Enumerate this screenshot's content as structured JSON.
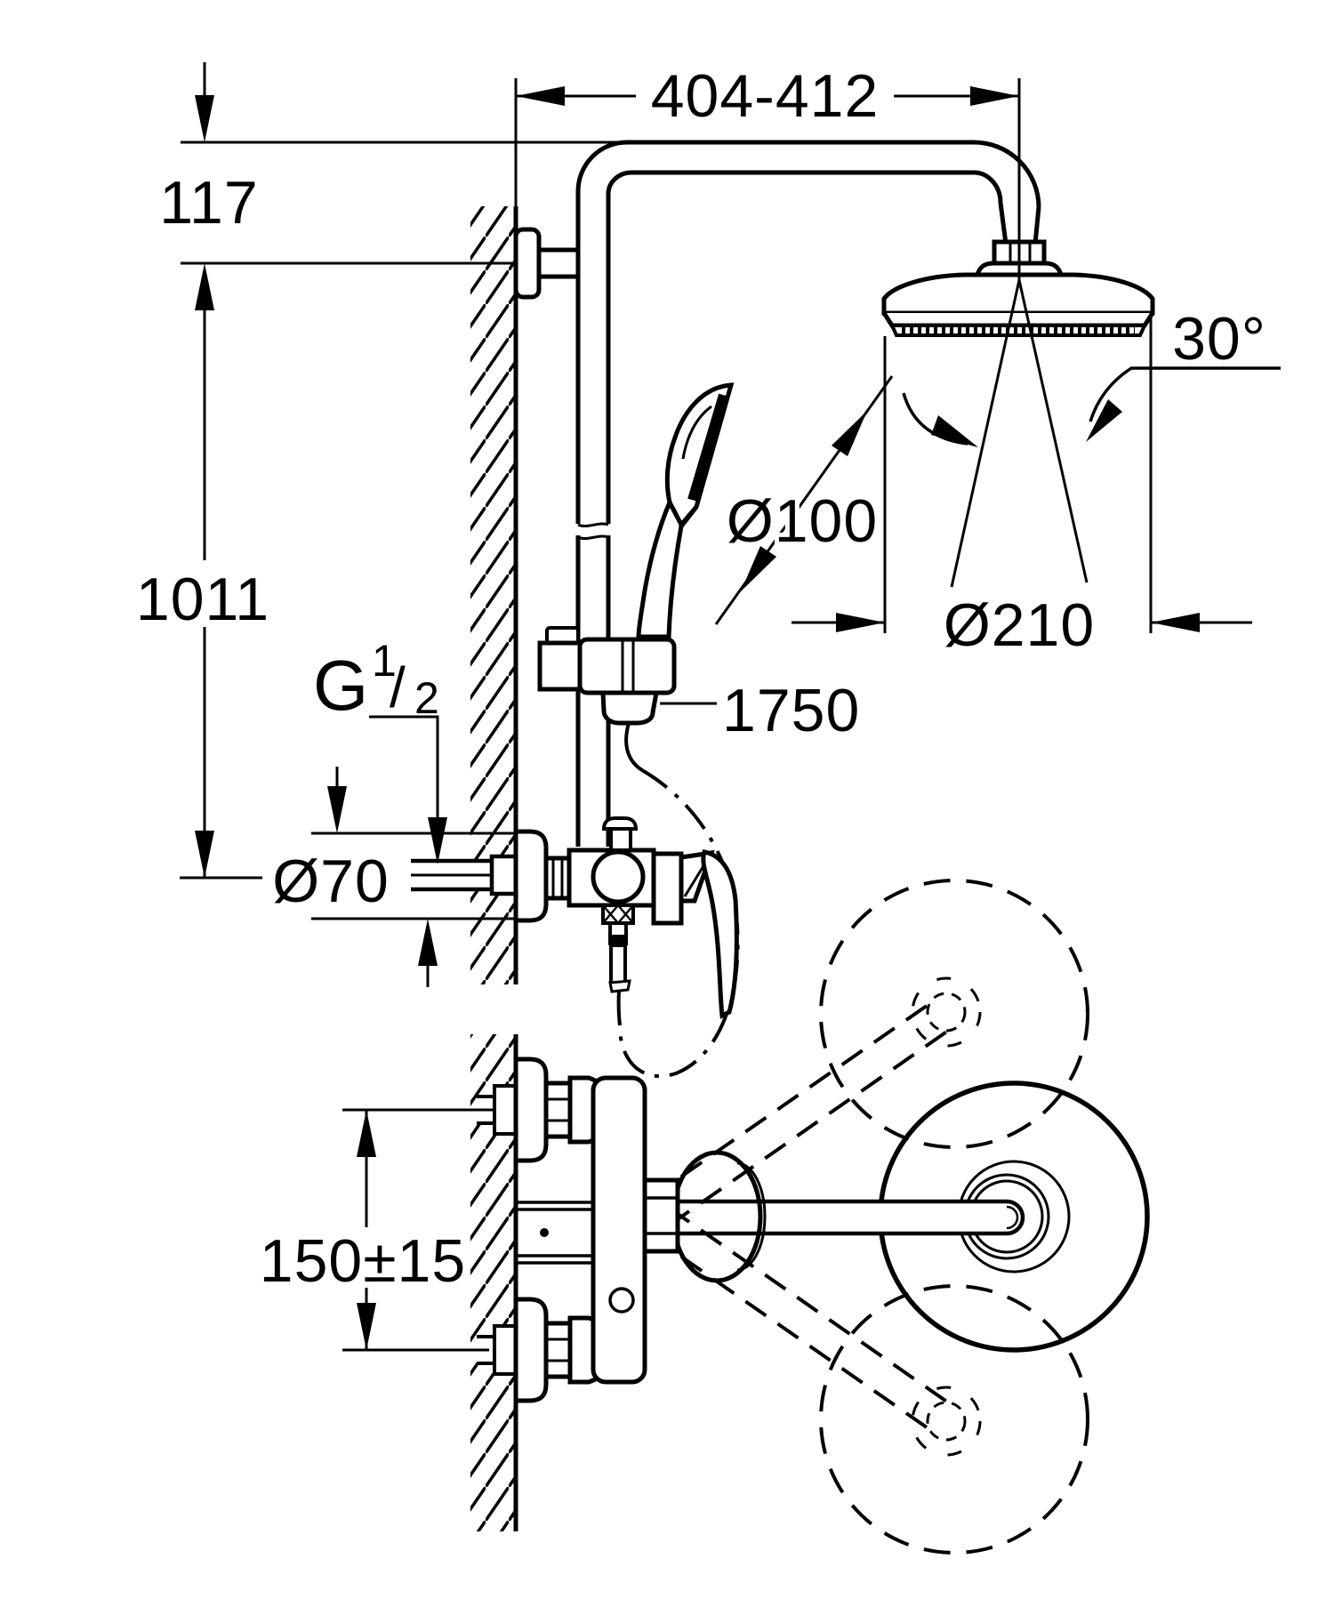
{
  "diagram": {
    "kind": "technical-installation-drawing",
    "subject": "wall-mounted shower system with head shower, hand shower and single-lever mixer",
    "colors": {
      "line": "#000000",
      "background": "#ffffff"
    },
    "dimensions": {
      "top_width": "404-412",
      "arm_drop": "117",
      "riser_height": "1011",
      "head_swivel_angle": "30°",
      "hand_shower_diameter": "Ø100",
      "head_shower_diameter": "Ø210",
      "hose_length": "1750",
      "escutcheon_diameter": "Ø70",
      "inlet_spacing": "150±15",
      "thread": {
        "g": "G",
        "sup": "1",
        "slash": "/",
        "sub": "2"
      }
    }
  }
}
